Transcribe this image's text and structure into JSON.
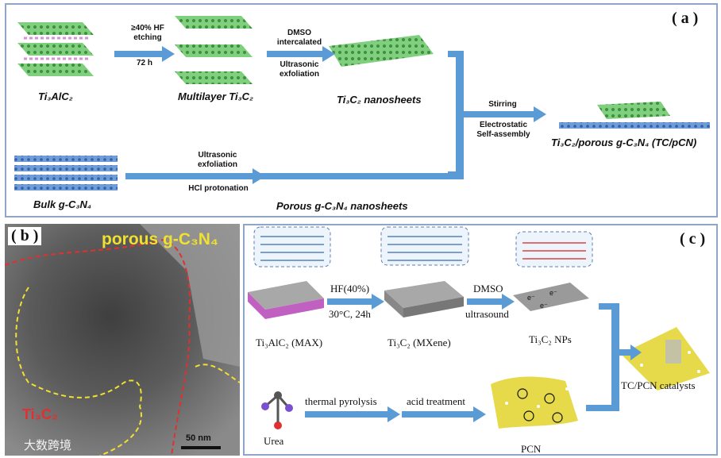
{
  "panel_a": {
    "label": "( a )",
    "ti3alc2": "Ti₃AlC₂",
    "multilayer": "Multilayer Ti₃C₂",
    "nanosheets": "Ti₃C₂ nanosheets",
    "composite": "Ti₃C₂/porous g-C₃N₄ (TC/pCN)",
    "bulk": "Bulk g-C₃N₄",
    "porous": "Porous g-C₃N₄ nanosheets",
    "step1_top": "≥40% HF",
    "step1_mid": "etching",
    "step1_bottom": "72 h",
    "step2_top1": "DMSO",
    "step2_top2": "intercalated",
    "step2_bot1": "Ultrasonic",
    "step2_bot2": "exfoliation",
    "step3_top": "Stirring",
    "step3_bot1": "Electrostatic",
    "step3_bot2": "Self-assembly",
    "step4_top1": "Ultrasonic",
    "step4_top2": "exfoliation",
    "step4_bot": "HCl protonation"
  },
  "panel_b": {
    "label": "( b )",
    "porous_label": "porous g-C₃N₄",
    "ti3c2_label": "Ti₃C₂",
    "scale": "50 nm",
    "watermark": "大数跨境"
  },
  "panel_c": {
    "label": "( c )",
    "max": "Ti₃AlC₂ (MAX)",
    "mxene": "Ti₃C₂ (MXene)",
    "nps": "Ti₃C₂ NPs",
    "hf": "HF(40%)",
    "cond": "30°C, 24h",
    "dmso": "DMSO",
    "ultrasound": "ultrasound",
    "thermal": "thermal pyrolysis",
    "acid": "acid treatment",
    "urea": "Urea",
    "pcn": "PCN",
    "catalysts": "TC/PCN catalysts",
    "electron": "e⁻"
  }
}
